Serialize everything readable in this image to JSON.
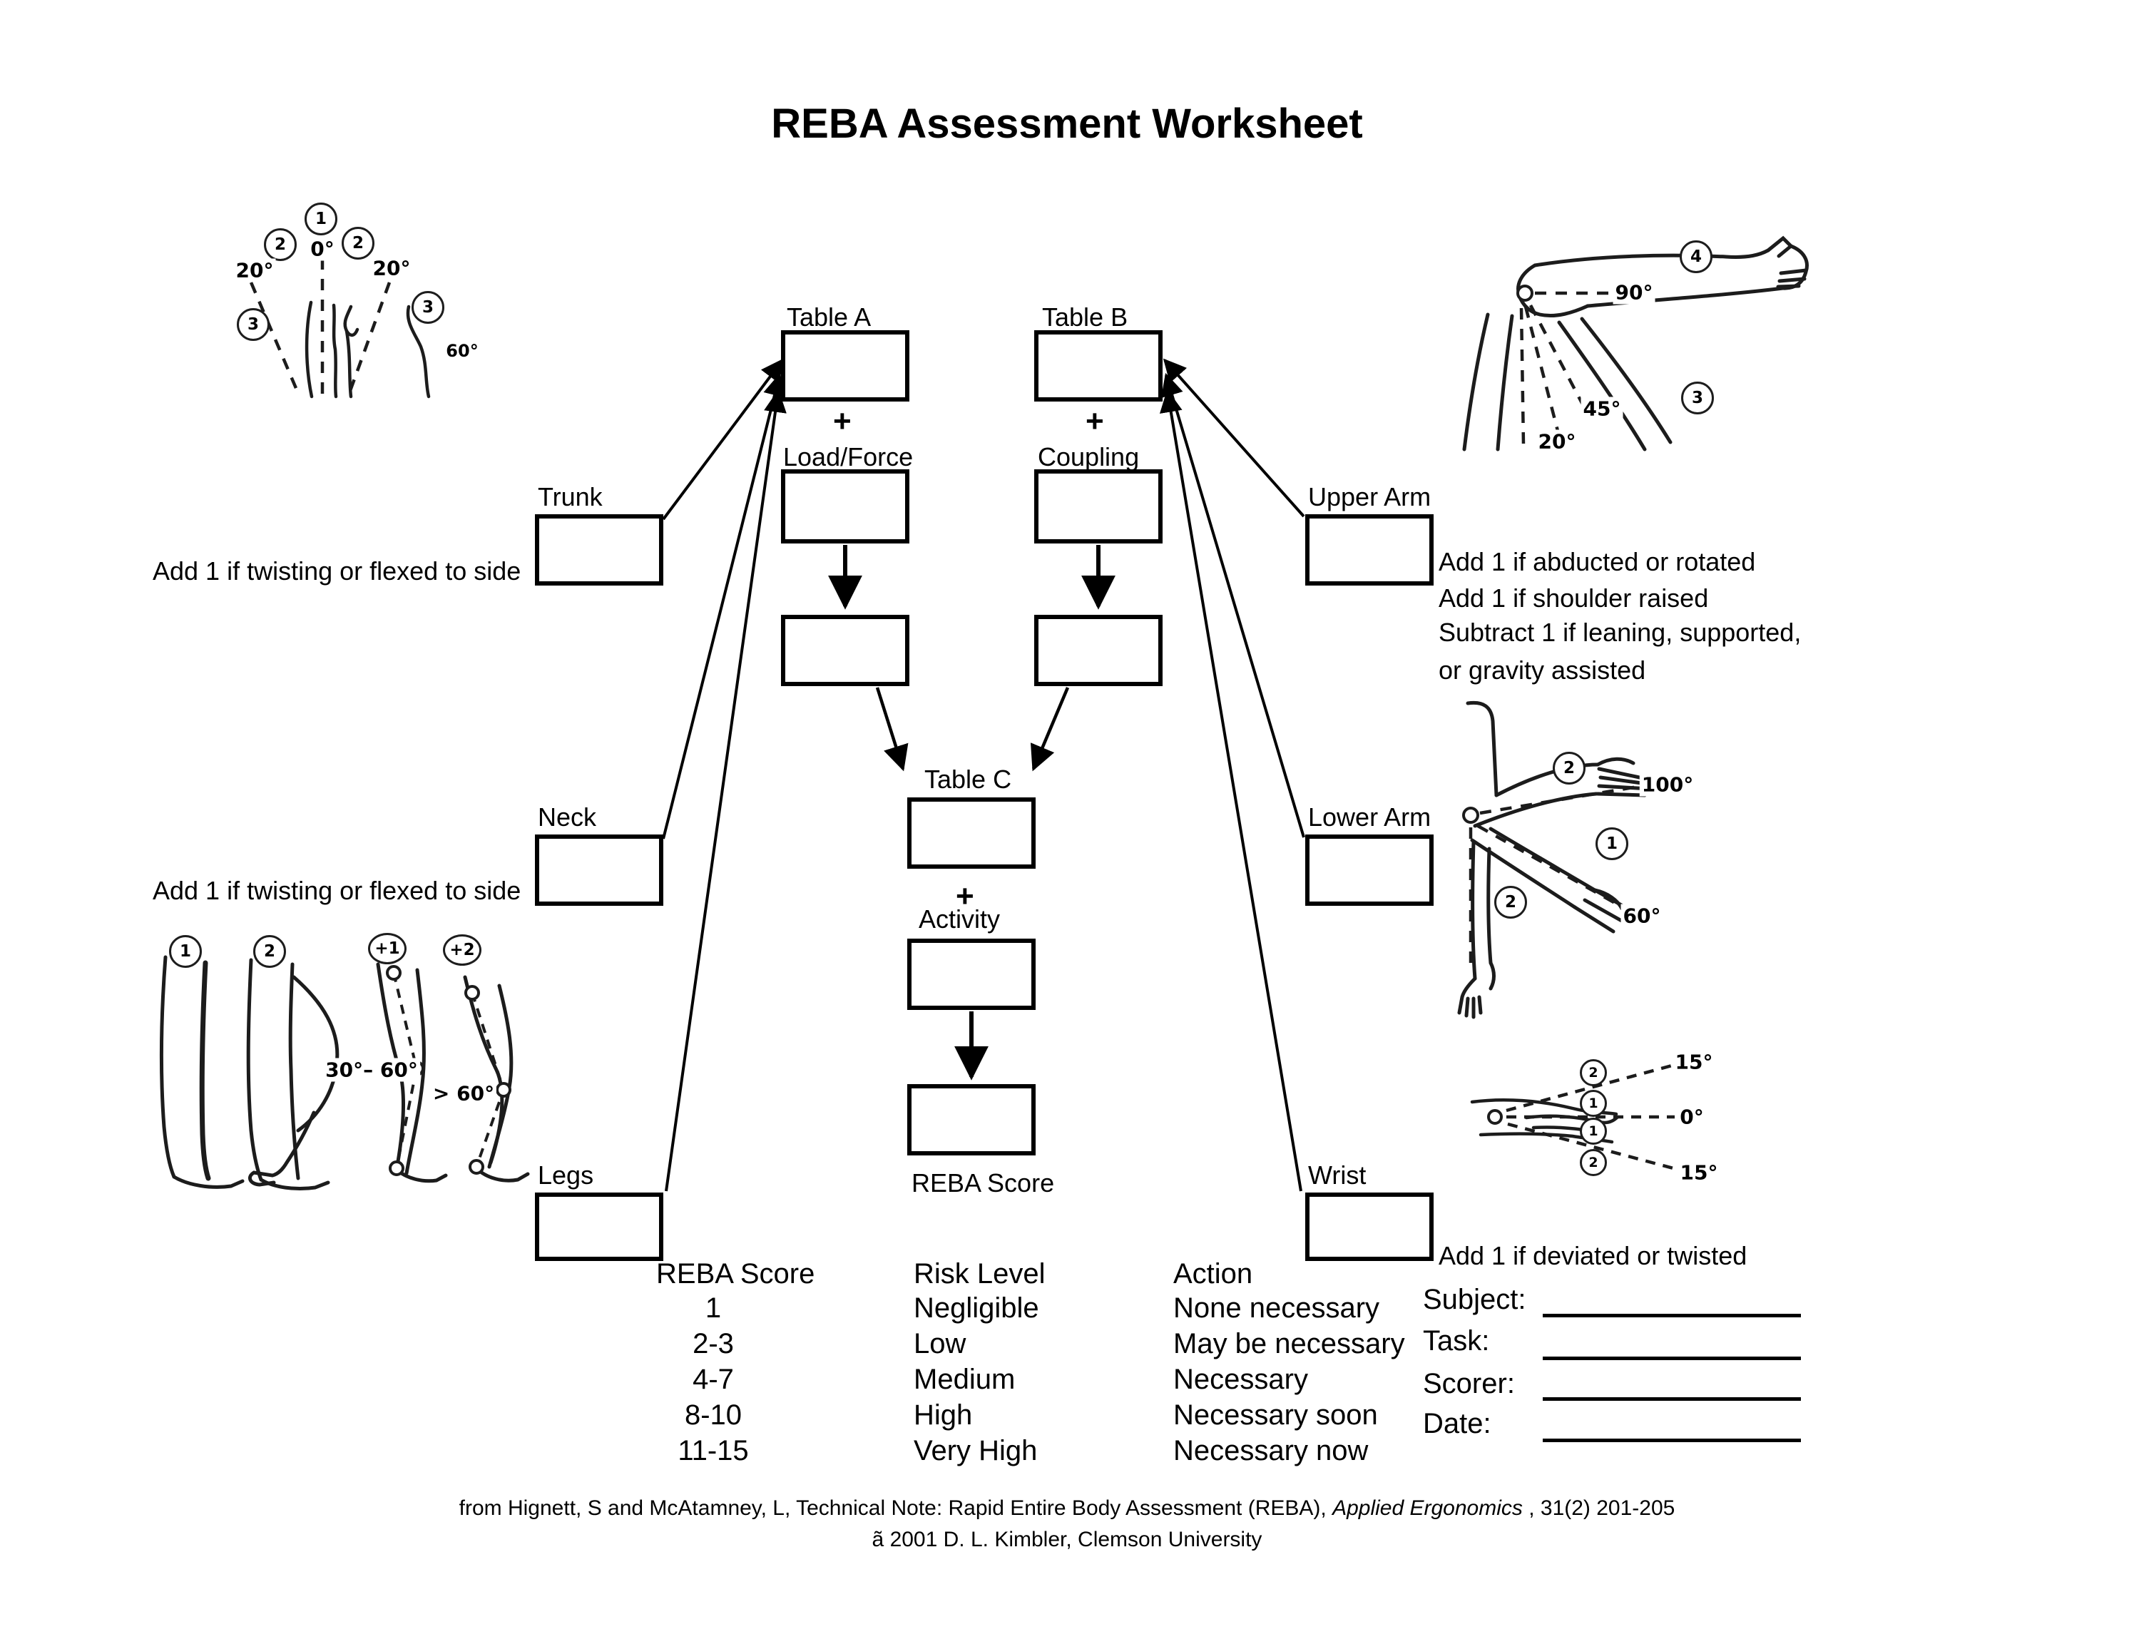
{
  "title": "REBA Assessment Worksheet",
  "flowchart": {
    "table_a": "Table A",
    "table_b": "Table B",
    "table_c": "Table C",
    "load_force": "Load/Force",
    "coupling": "Coupling",
    "activity": "Activity",
    "reba_score": "REBA Score",
    "plus": "+"
  },
  "body_parts": {
    "trunk": "Trunk",
    "trunk_note": "Add 1 if twisting or flexed to side",
    "neck": "Neck",
    "neck_note": "Add 1 if twisting or flexed to side",
    "legs": "Legs",
    "upper_arm": "Upper Arm",
    "upper_arm_notes": [
      "Add 1 if abducted or rotated",
      "Add 1 if shoulder raised",
      "Subtract 1 if leaning, supported,",
      "or gravity assisted"
    ],
    "lower_arm": "Lower Arm",
    "wrist": "Wrist",
    "wrist_note": "Add 1 if deviated or twisted"
  },
  "score_table": {
    "headers": [
      "REBA Score",
      "Risk Level",
      "Action"
    ],
    "rows": [
      {
        "score": "1",
        "risk": "Negligible",
        "action": "None necessary"
      },
      {
        "score": "2-3",
        "risk": "Low",
        "action": "May be necessary"
      },
      {
        "score": "4-7",
        "risk": "Medium",
        "action": "Necessary"
      },
      {
        "score": "8-10",
        "risk": "High",
        "action": "Necessary soon"
      },
      {
        "score": "11-15",
        "risk": "Very High",
        "action": "Necessary now"
      }
    ]
  },
  "form_fields": {
    "subject": "Subject:",
    "task": "Task:",
    "scorer": "Scorer:",
    "date": "Date:"
  },
  "diagrams": {
    "trunk": {
      "circles": [
        "1",
        "2",
        "2",
        "3",
        "3"
      ],
      "angles": [
        "0°",
        "20°",
        "20°",
        "60°"
      ]
    },
    "upper_arm": {
      "circles": [
        "4",
        "3"
      ],
      "angles": [
        "90°",
        "45°",
        "20°"
      ]
    },
    "lower_arm": {
      "circles": [
        "2",
        "1",
        "2"
      ],
      "angles": [
        "100°",
        "60°"
      ]
    },
    "wrist": {
      "circles": [
        "2",
        "1",
        "1",
        "2"
      ],
      "angles": [
        "15°",
        "0°",
        "15°"
      ]
    },
    "legs": {
      "circles": [
        "1",
        "2",
        "+1",
        "+2"
      ],
      "angles": [
        "30°– 60°",
        "> 60°"
      ]
    }
  },
  "footer": {
    "line1_prefix": "from Hignett, S and McAtamney, L, Technical Note: Rapid Entire Body Assessment (REBA), ",
    "line1_italic": "Applied Ergonomics",
    "line1_suffix": " , 31(2) 201-205",
    "line2": "ã  2001 D. L. Kimbler, Clemson University"
  }
}
